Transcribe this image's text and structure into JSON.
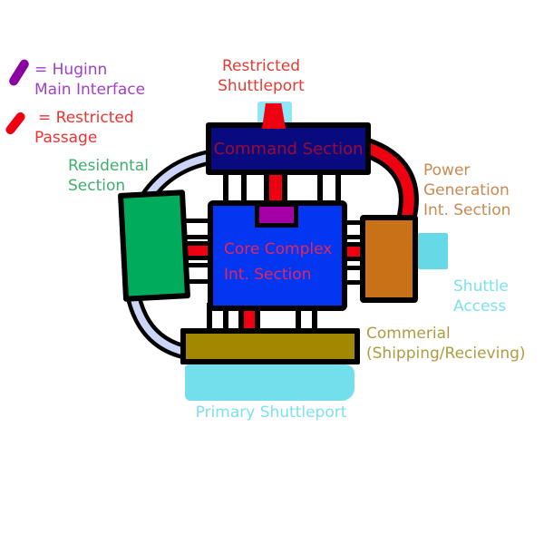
{
  "palette": {
    "outline": "#000000",
    "corridor_fill": "#ffffff",
    "restricted_passage": "#ee0011",
    "main_interface_tube": "#ccd4f8"
  },
  "legend": {
    "huginn": {
      "line1": "= Huginn",
      "line2": "Main Interface",
      "text_color": "#a33fc2",
      "swatch_color": "#8a00a0"
    },
    "restricted": {
      "line1": "= Restricted",
      "line2": "Passage",
      "text_color": "#ee3333",
      "swatch_color": "#ee0011"
    }
  },
  "sections": {
    "command": {
      "label": "Command Section",
      "fill": "#0a0a80",
      "text_color": "#9b0a32"
    },
    "core": {
      "line1": "Core Complex",
      "line2": "Int. Section",
      "fill": "#0336f0",
      "text_color": "#e8245c"
    },
    "residential": {
      "line1": "Residental",
      "line2": "Section",
      "fill": "#00ac5c",
      "text_color": "#3fae6d"
    },
    "power_generation": {
      "line1": "Power",
      "line2": "Generation",
      "line3": "Int. Section",
      "fill": "#c87117",
      "text_color": "#c98a52"
    },
    "commercial": {
      "line1": "Commerial",
      "line2": "(Shipping/Recieving)",
      "fill": "#a28800",
      "text_color": "#ae9c42"
    },
    "huginn_interface": {
      "fill": "#a500a8"
    }
  },
  "ports": {
    "restricted_shuttleport": {
      "line1": "Restricted",
      "line2": "Shuttleport",
      "text_color": "#e23b33",
      "pad_fill": "#ee0011",
      "glow_fill": "#8fe6f4"
    },
    "primary_shuttleport": {
      "label": "Primary Shuttleport",
      "text_color": "#7de1f2",
      "pad_fill": "#74dfec"
    },
    "shuttle_access": {
      "line1": "Shuttle",
      "line2": "Access",
      "text_color": "#7ce2f0",
      "pad_fill": "#66d9e6"
    }
  }
}
